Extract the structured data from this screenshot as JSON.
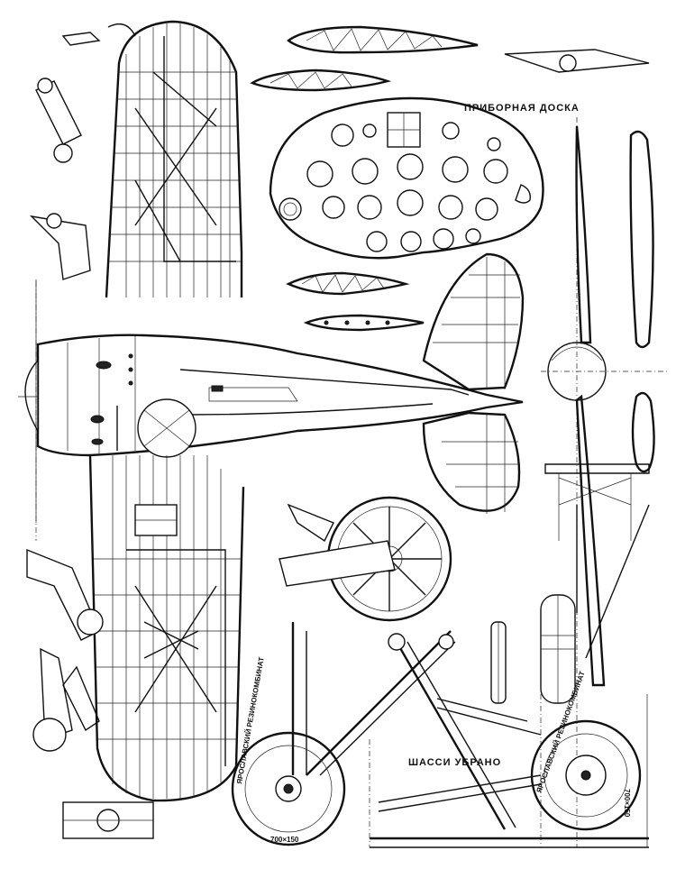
{
  "labels": {
    "instrument_panel": "ПРИБОРНАЯ ДОСКА",
    "gear_retracted": "ШАССИ УБРАНО",
    "tire_maker_left": "ЯРОСЛАВСКИЙ РЕЗИНОКОМБИНАТ",
    "tire_size_left": "700×150",
    "tire_maker_right": "ЯРОСЛАВСКИЙ РЕЗИНОКОМБИНАТ",
    "tire_size_right": "700×150"
  }
}
